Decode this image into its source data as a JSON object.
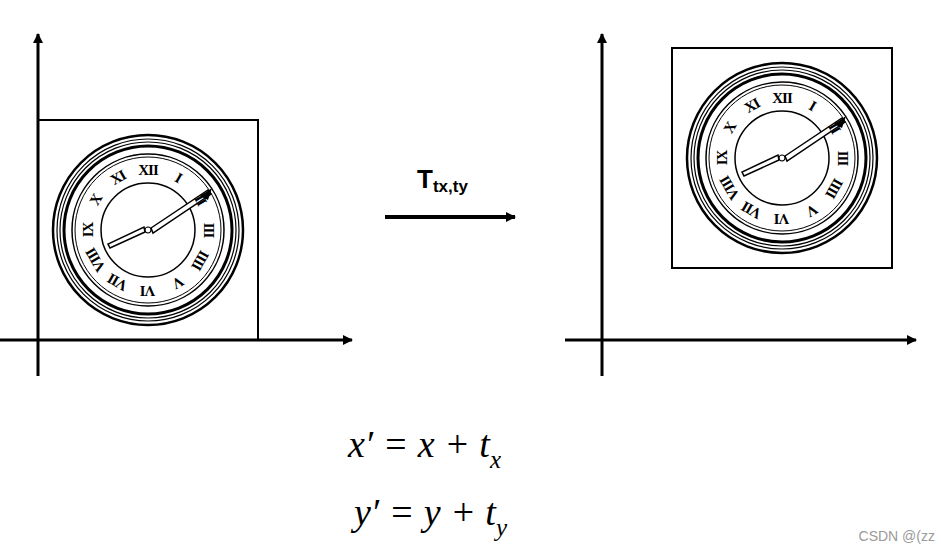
{
  "diagram": {
    "labels": [
      "T",
      "tx,ty",
      "x′ = x + t",
      "x",
      "y′ = y + t",
      "y",
      "CSDN @(zz",
      "XII",
      "I",
      "II",
      "III",
      "IIII",
      "V",
      "VI",
      "VII",
      "VIII",
      "IX",
      "X",
      "XI",
      "XII",
      "I",
      "II",
      "III",
      "IIII",
      "V",
      "VI",
      "VII",
      "VIII",
      "IX",
      "X",
      "XI"
    ]
  }
}
